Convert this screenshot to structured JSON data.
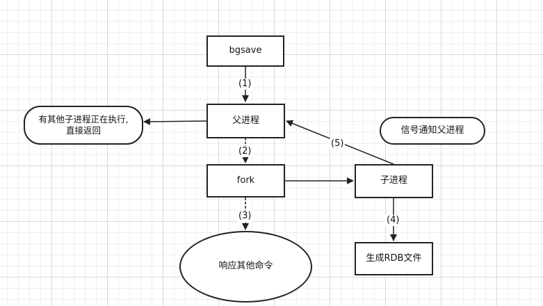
{
  "nodes": {
    "bgsave": "bgsave",
    "parent_process": "父进程",
    "fork": "fork",
    "child_process": "子进程",
    "rdb_file": "生成RDB文件",
    "respond_commands": "响应其他命令",
    "other_child_running": "有其他子进程正在执行,\n直接返回",
    "signal_parent": "信号通知父进程"
  },
  "edges": {
    "step1": "(1)",
    "step2": "(2)",
    "step3": "(3)",
    "step4": "(4)",
    "step5": "(5)"
  },
  "colors": {
    "stroke": "#222222",
    "grid_major": "#d8d8d8",
    "grid_minor": "#efefef"
  }
}
